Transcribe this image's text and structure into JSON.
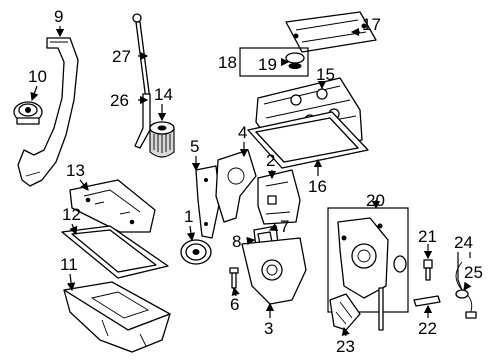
{
  "diagram": {
    "callouts": [
      "9",
      "10",
      "27",
      "26",
      "14",
      "13",
      "12",
      "11",
      "17",
      "18",
      "19",
      "15",
      "5",
      "4",
      "2",
      "1",
      "7",
      "8",
      "6",
      "3",
      "16",
      "20",
      "21",
      "22",
      "23",
      "24",
      "25"
    ]
  },
  "colors": {
    "ink": "#000000",
    "paper": "#ffffff",
    "shade": "#d8d8d8"
  }
}
